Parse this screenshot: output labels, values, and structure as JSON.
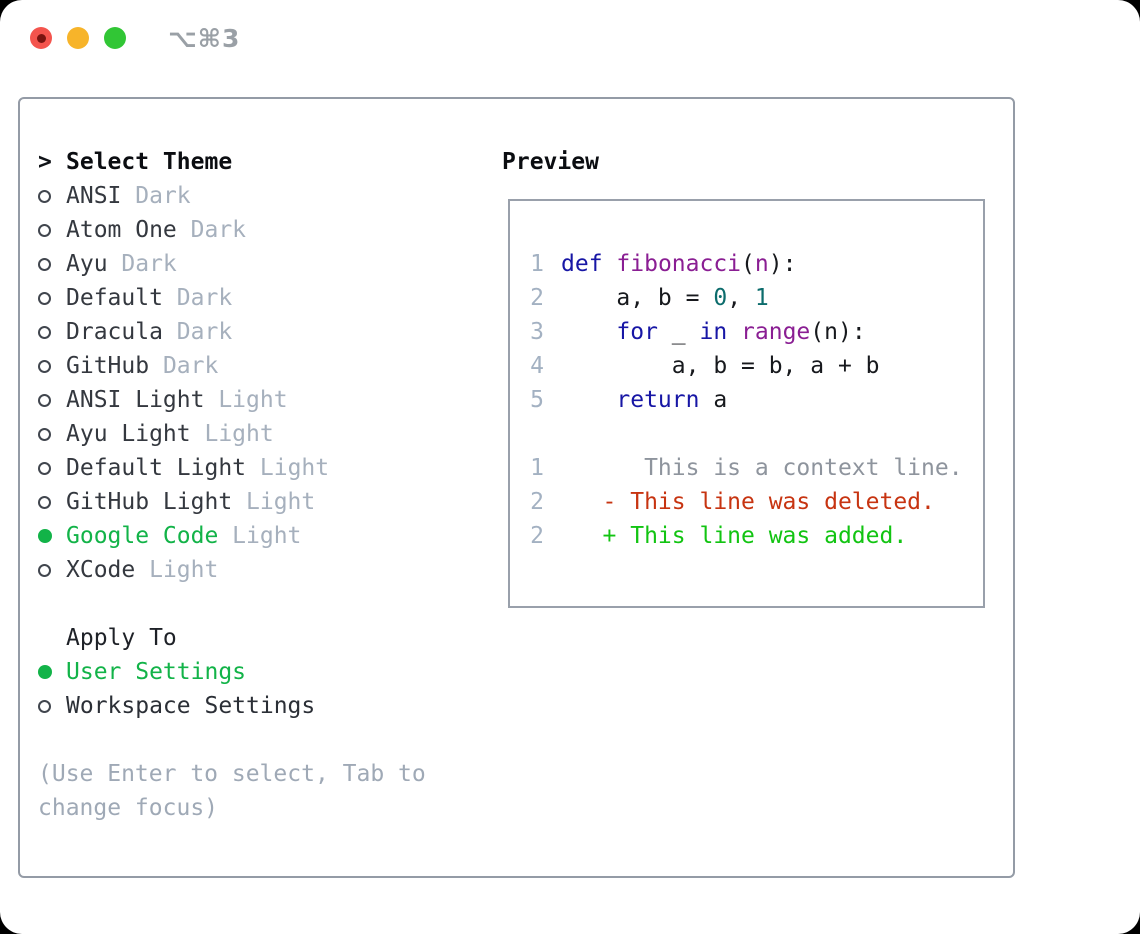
{
  "window": {
    "title": "⌥⌘3",
    "traffic_lights": {
      "close": "close-button",
      "minimize": "minimize-button",
      "zoom": "zoom-button"
    }
  },
  "theme_selector": {
    "prompt": ">",
    "heading": "Select Theme",
    "items": [
      {
        "name": "ANSI",
        "variant": "Dark",
        "selected": false
      },
      {
        "name": "Atom One",
        "variant": "Dark",
        "selected": false
      },
      {
        "name": "Ayu",
        "variant": "Dark",
        "selected": false
      },
      {
        "name": "Default",
        "variant": "Dark",
        "selected": false
      },
      {
        "name": "Dracula",
        "variant": "Dark",
        "selected": false
      },
      {
        "name": "GitHub",
        "variant": "Dark",
        "selected": false
      },
      {
        "name": "ANSI Light",
        "variant": "Light",
        "selected": false
      },
      {
        "name": "Ayu Light",
        "variant": "Light",
        "selected": false
      },
      {
        "name": "Default Light",
        "variant": "Light",
        "selected": false
      },
      {
        "name": "GitHub Light",
        "variant": "Light",
        "selected": false
      },
      {
        "name": "Google Code",
        "variant": "Light",
        "selected": true
      },
      {
        "name": "XCode",
        "variant": "Light",
        "selected": false
      }
    ]
  },
  "apply_to": {
    "heading": "Apply To",
    "options": [
      {
        "label": "User Settings",
        "selected": true
      },
      {
        "label": "Workspace Settings",
        "selected": false
      }
    ]
  },
  "hint": "(Use Enter to select, Tab to change focus)",
  "preview": {
    "heading": "Preview",
    "code_lines": [
      {
        "num": "1",
        "tokens": [
          {
            "t": "def",
            "c": "kw"
          },
          {
            "t": " ",
            "c": "pl"
          },
          {
            "t": "fibonacci",
            "c": "fn"
          },
          {
            "t": "(",
            "c": "pl"
          },
          {
            "t": "n",
            "c": "fn"
          },
          {
            "t": "):",
            "c": "pl"
          }
        ]
      },
      {
        "num": "2",
        "tokens": [
          {
            "t": "    a, b = ",
            "c": "pl"
          },
          {
            "t": "0",
            "c": "lit"
          },
          {
            "t": ", ",
            "c": "pl"
          },
          {
            "t": "1",
            "c": "lit"
          }
        ]
      },
      {
        "num": "3",
        "tokens": [
          {
            "t": "    ",
            "c": "pl"
          },
          {
            "t": "for",
            "c": "kw"
          },
          {
            "t": " _ ",
            "c": "pl"
          },
          {
            "t": "in",
            "c": "kw"
          },
          {
            "t": " ",
            "c": "pl"
          },
          {
            "t": "range",
            "c": "fn"
          },
          {
            "t": "(n):",
            "c": "pl"
          }
        ]
      },
      {
        "num": "4",
        "tokens": [
          {
            "t": "        a, b = b, a + b",
            "c": "pl"
          }
        ]
      },
      {
        "num": "5",
        "tokens": [
          {
            "t": "    ",
            "c": "pl"
          },
          {
            "t": "return",
            "c": "kw"
          },
          {
            "t": " a",
            "c": "pl"
          }
        ]
      }
    ],
    "diff_lines": [
      {
        "num": "1",
        "tokens": [
          {
            "t": "      This is a context line.",
            "c": "ctx"
          }
        ]
      },
      {
        "num": "2",
        "tokens": [
          {
            "t": "   - This line was deleted.",
            "c": "del"
          }
        ]
      },
      {
        "num": "2",
        "tokens": [
          {
            "t": "   + This line was added.",
            "c": "add"
          }
        ]
      }
    ]
  },
  "colors": {
    "accent_green": "#12b348",
    "muted_gray": "#a6b0bd",
    "panel_border": "#949ba6",
    "keyword_blue": "#1716a5",
    "function_purple": "#8a1e93",
    "literal_teal": "#0c6c6c",
    "diff_deleted_red": "#c73411",
    "diff_added_green": "#12c412",
    "traffic_red": "#f4544d",
    "traffic_yellow": "#f7b42a",
    "traffic_green": "#31c635"
  }
}
